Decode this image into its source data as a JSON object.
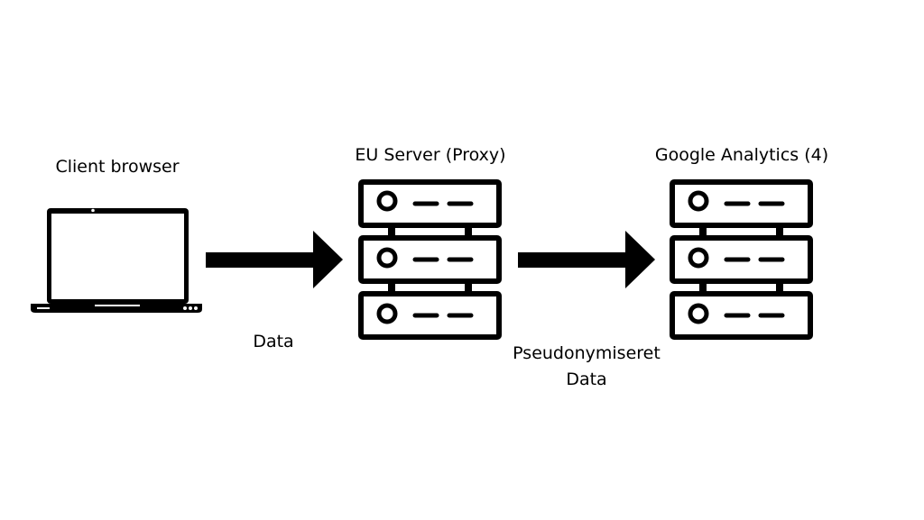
{
  "nodes": {
    "client": {
      "label": "Client browser",
      "icon": "laptop-icon"
    },
    "proxy": {
      "label": "EU Server (Proxy)",
      "icon": "server-rack-icon"
    },
    "analytics": {
      "label": "Google Analytics (4)",
      "icon": "server-rack-icon"
    }
  },
  "edges": [
    {
      "from": "client",
      "to": "proxy",
      "label": "Data"
    },
    {
      "from": "proxy",
      "to": "analytics",
      "label_line1": "Pseudonymiseret",
      "label_line2": "Data"
    }
  ],
  "colors": {
    "ink": "#000000",
    "background": "#ffffff"
  }
}
